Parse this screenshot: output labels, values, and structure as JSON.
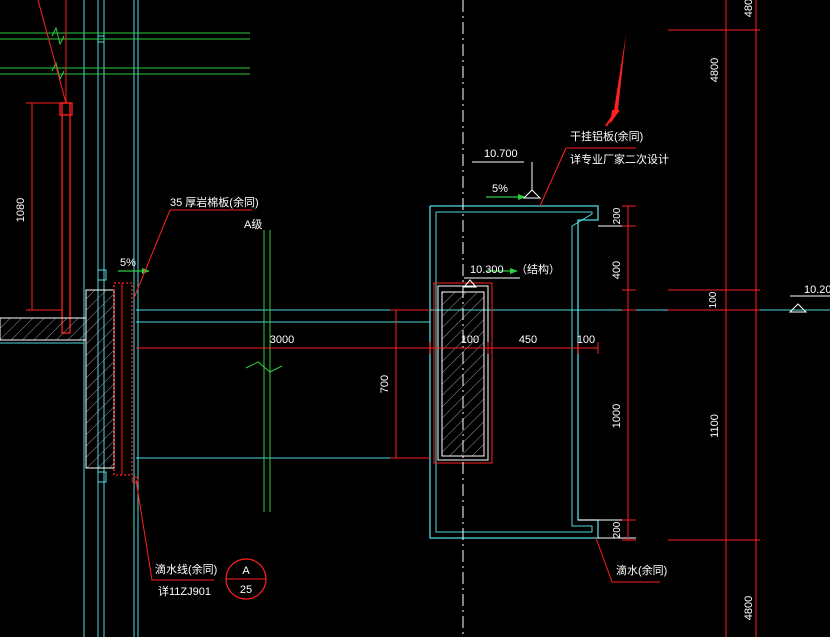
{
  "labels": {
    "insulation_note": "35 厚岩棉板(余同)",
    "axis_a": "A级",
    "elev_top": "10.700",
    "slope_upper": "5%",
    "slope_lower": "5%",
    "elev_struct": "10.300",
    "struct_note": "（结构）",
    "cladding_line1": "干挂铝板(余同)",
    "cladding_line2": "详专业厂家二次设计",
    "drip_left_line1": "滴水线(余同)",
    "drip_left_line2": "详11ZJ901",
    "drip_right": "滴水(余同)",
    "detail_top": "A",
    "detail_bottom": "25",
    "elev_right": "10.20"
  },
  "dimensions": {
    "d_1080": "1080",
    "d_3000": "3000",
    "d_700": "700",
    "d_100a": "100",
    "d_450": "450",
    "d_100b": "100",
    "d_200_top": "200",
    "d_400": "400",
    "d_100_mid": "100",
    "d_1000": "1000",
    "d_200_bot": "200",
    "d_4800_top": "4800",
    "d_1100": "1100",
    "d_4800_bot": "4800",
    "d_480_clip": "480"
  },
  "colors": {
    "background": "#000000",
    "cyan": "#4fd8e0",
    "green": "#2ecc40",
    "red": "#ff2020",
    "white": "#ffffff",
    "hatch_fill": "#2a2a2a"
  }
}
